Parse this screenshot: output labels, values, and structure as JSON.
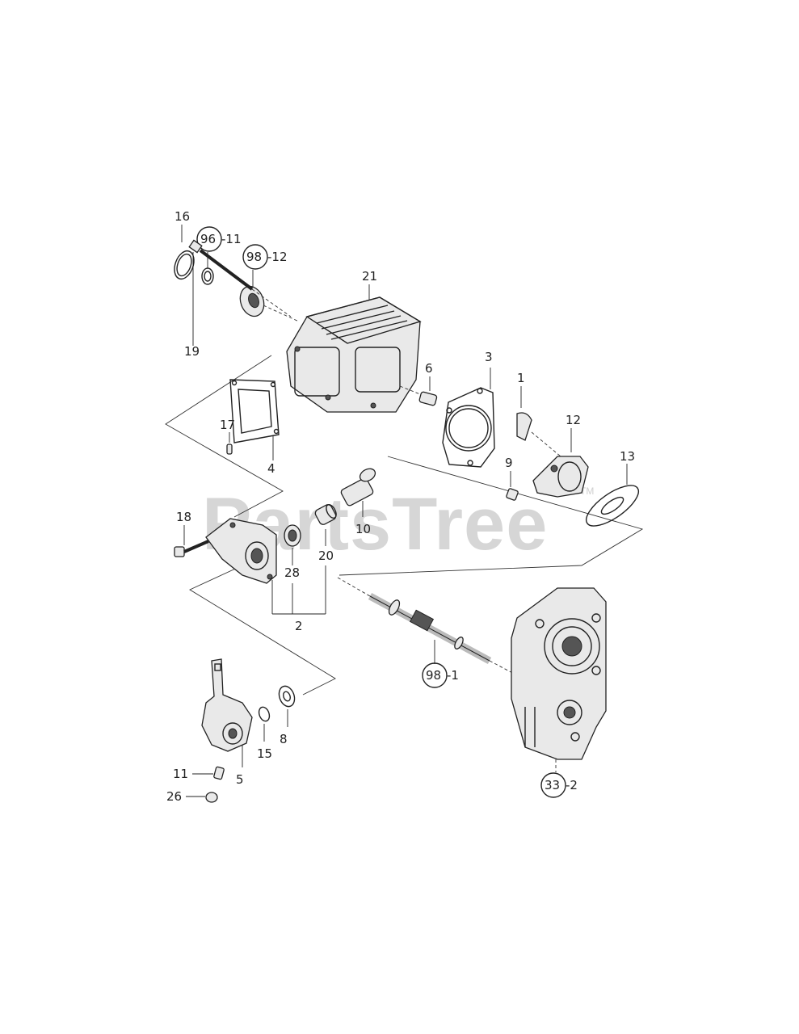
{
  "watermark": {
    "text": "PartsTree",
    "tm": "TM"
  },
  "callouts": {
    "c16": "16",
    "c96_11": "96",
    "c96_11_suffix": "-11",
    "c98_12": "98",
    "c98_12_suffix": "-12",
    "c21": "21",
    "c19": "19",
    "c3": "3",
    "c6": "6",
    "c1": "1",
    "c12": "12",
    "c17": "17",
    "c4": "4",
    "c13": "13",
    "c9": "9",
    "c18": "18",
    "c10": "10",
    "c28": "28",
    "c20": "20",
    "c2": "2",
    "c98_1": "98",
    "c98_1_suffix": "-1",
    "c8": "8",
    "c15": "15",
    "c5": "5",
    "c11": "11",
    "c26": "26",
    "c33_2": "33",
    "c33_2_suffix": "-2"
  }
}
